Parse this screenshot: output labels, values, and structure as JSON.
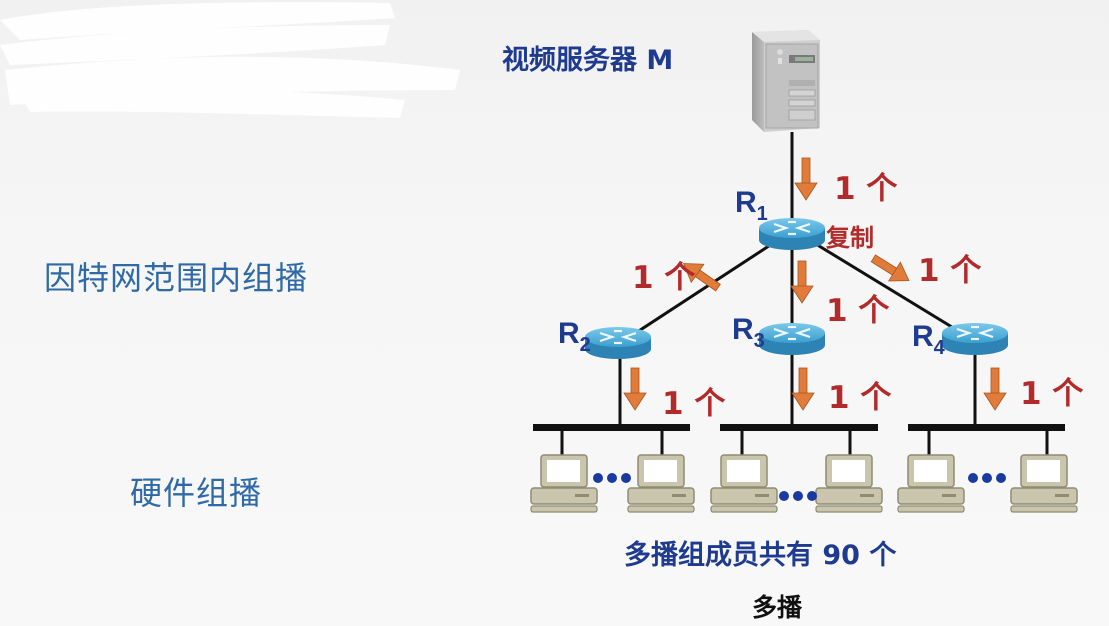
{
  "side_labels": {
    "internet_multicast": "因特网范围内组播",
    "hardware_multicast": "硬件组播"
  },
  "server": {
    "label": "视频服务器 M",
    "icon": "server-tower-icon"
  },
  "routers": [
    {
      "id": "R1",
      "letter": "R",
      "sub": "1"
    },
    {
      "id": "R2",
      "letter": "R",
      "sub": "2"
    },
    {
      "id": "R3",
      "letter": "R",
      "sub": "3"
    },
    {
      "id": "R4",
      "letter": "R",
      "sub": "4"
    }
  ],
  "copy_label": "复制",
  "packet_count_label": "1 个",
  "packet_labels": [
    {
      "link": "M-R1",
      "text": "1 个"
    },
    {
      "link": "R1-R2",
      "text": "1 个"
    },
    {
      "link": "R1-R3",
      "text": "1 个"
    },
    {
      "link": "R1-R4",
      "text": "1 个"
    },
    {
      "link": "R2-LAN",
      "text": "1 个"
    },
    {
      "link": "R3-LAN",
      "text": "1 个"
    },
    {
      "link": "R4-LAN",
      "text": "1 个"
    }
  ],
  "lans": [
    {
      "router": "R2",
      "hosts_shown": 2,
      "ellipsis": "•••"
    },
    {
      "router": "R3",
      "hosts_shown": 2,
      "ellipsis": "•••"
    },
    {
      "router": "R4",
      "hosts_shown": 2,
      "ellipsis": "•••"
    }
  ],
  "members_label": "多播组成员共有 90 个",
  "caption": "多播",
  "colors": {
    "side_text": "#2f6aa6",
    "dark_blue_text": "#1f3b8f",
    "count_red": "#b22a2a",
    "arrow_orange": "#e07b39",
    "router_blue": "#3aa0d0",
    "host_beige": "#c9c6ad"
  }
}
